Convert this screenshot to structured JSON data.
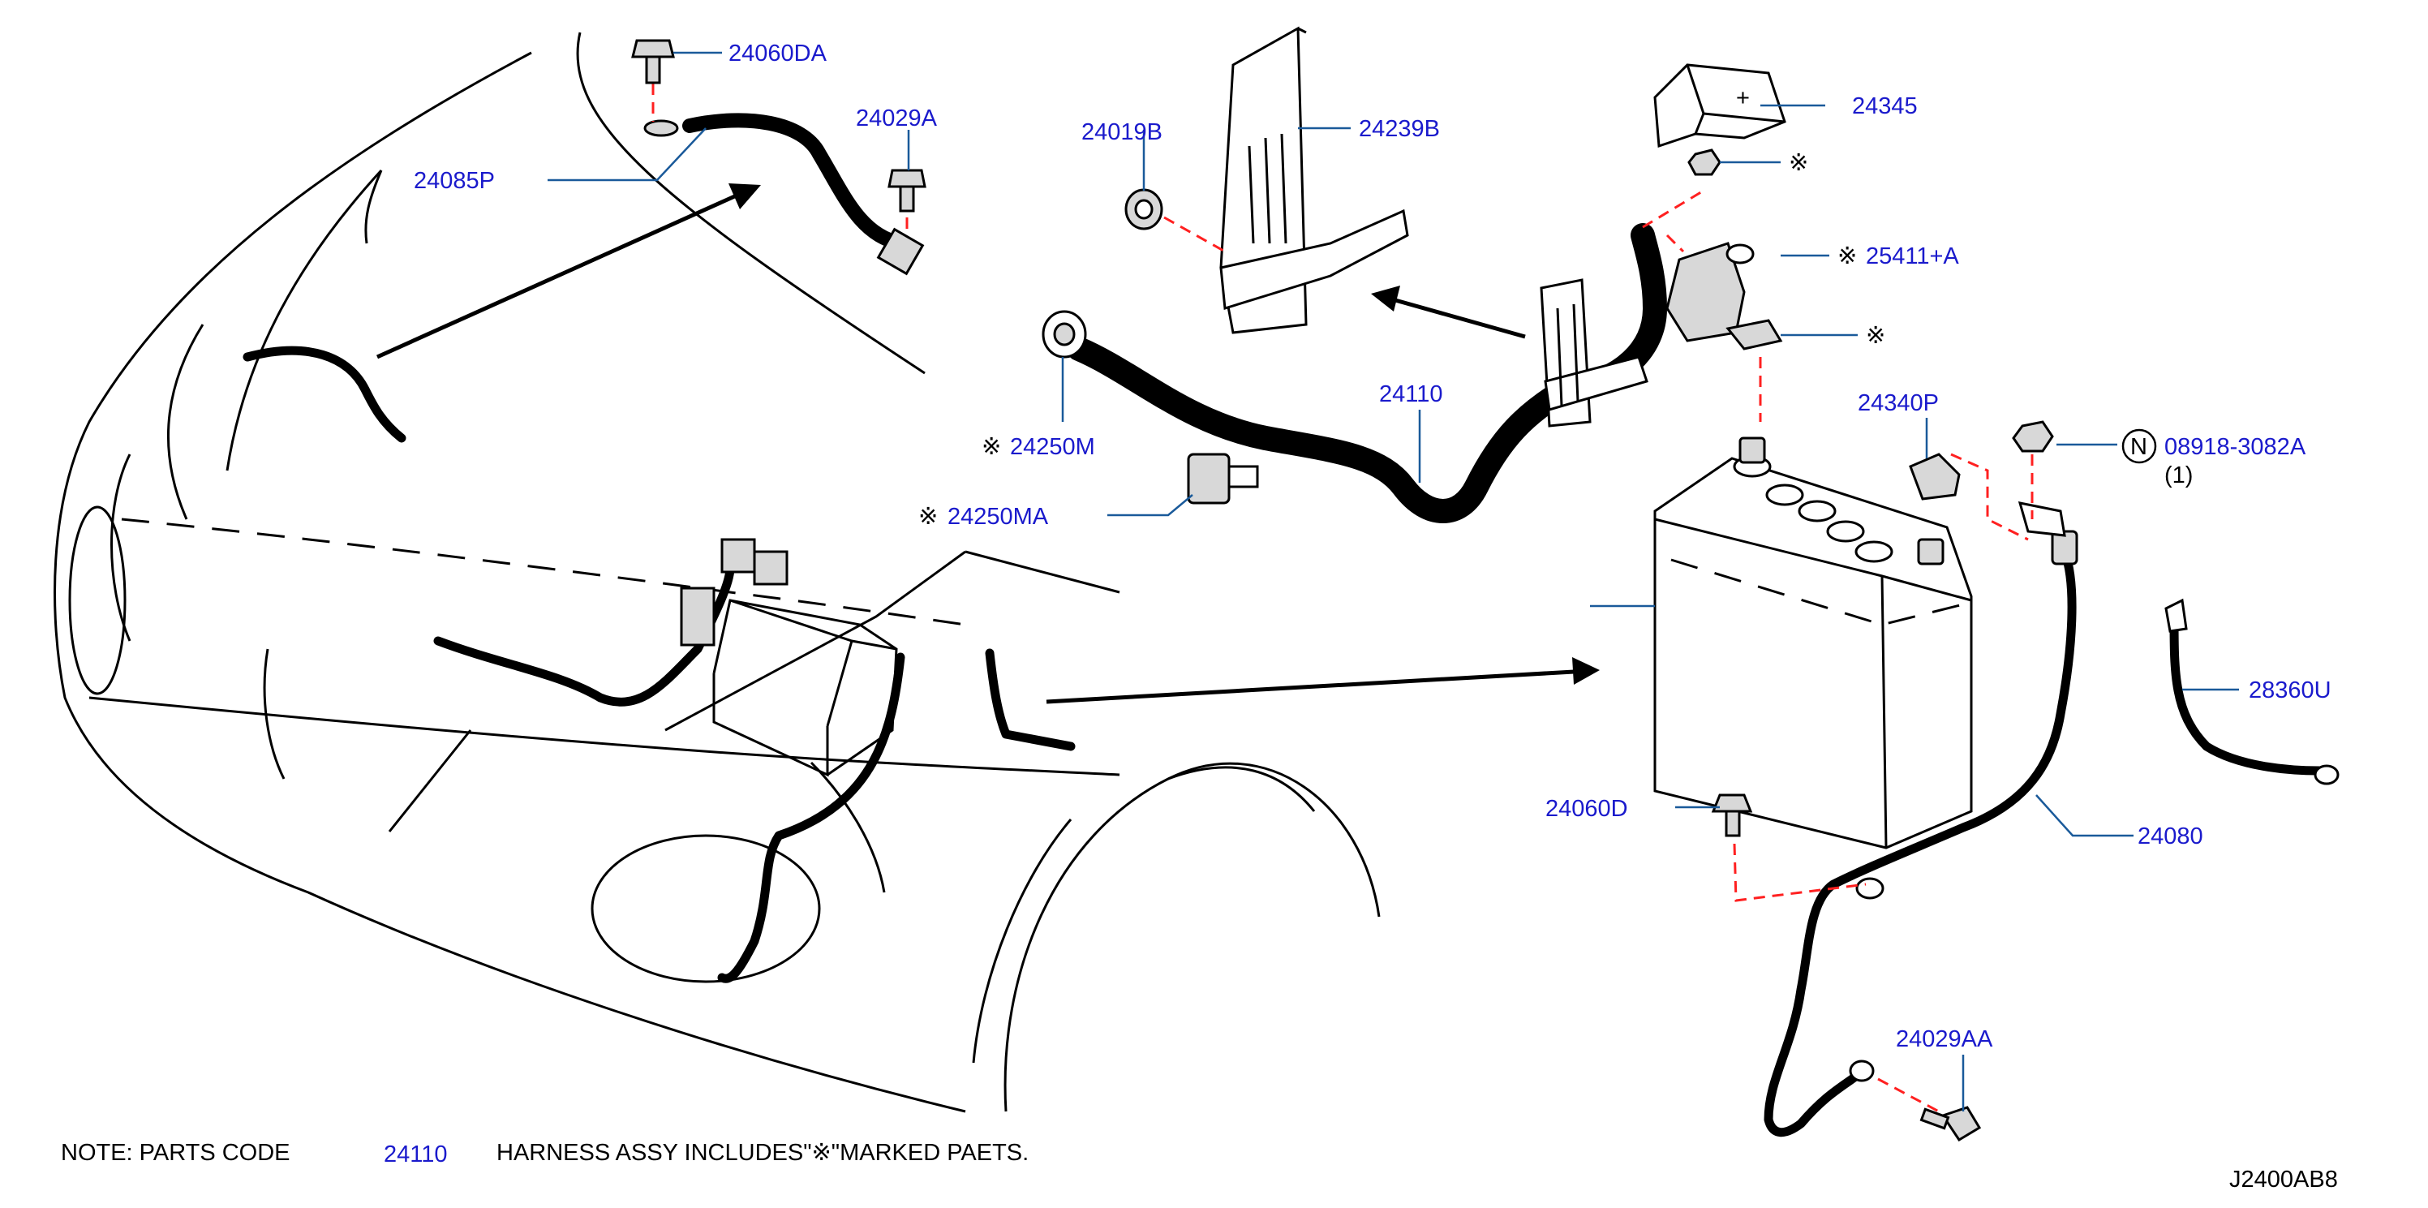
{
  "diagram": {
    "id": "J2400AB8",
    "colors": {
      "part_number": "#1a1acc",
      "leader": "#1a5a9a",
      "fastener_dash": "#ff2020",
      "line": "#000000"
    },
    "marker_symbol": "※",
    "note": {
      "prefix": "NOTE:   PARTS   CODE",
      "code": "24110",
      "suffix": "HARNESS   ASSY   INCLUDES\"※\"MARKED   PAETS."
    },
    "labels": [
      {
        "key": "p24060DA",
        "text": "24060DA",
        "marked": false
      },
      {
        "key": "p24029A",
        "text": "24029A",
        "marked": false
      },
      {
        "key": "p24085P",
        "text": "24085P",
        "marked": false
      },
      {
        "key": "p24019B",
        "text": "24019B",
        "marked": false
      },
      {
        "key": "p24239B",
        "text": "24239B",
        "marked": false
      },
      {
        "key": "p24345",
        "text": "24345",
        "marked": false
      },
      {
        "key": "p25411A",
        "text": "25411+A",
        "marked": true
      },
      {
        "key": "p24110",
        "text": "24110",
        "marked": false
      },
      {
        "key": "p24250M",
        "text": "24250M",
        "marked": true
      },
      {
        "key": "p24250MA",
        "text": "24250MA",
        "marked": true
      },
      {
        "key": "p24340P",
        "text": "24340P",
        "marked": false
      },
      {
        "key": "p08918",
        "text": "08918-3082A",
        "marked": false,
        "badge": "N",
        "qty": "(1)"
      },
      {
        "key": "p28360U",
        "text": "28360U",
        "marked": false
      },
      {
        "key": "p24060D",
        "text": "24060D",
        "marked": false
      },
      {
        "key": "p24080",
        "text": "24080",
        "marked": false
      },
      {
        "key": "p24029AA",
        "text": "24029AA",
        "marked": false
      }
    ],
    "markers_only": [
      {
        "key": "nut_marker",
        "text": "※"
      },
      {
        "key": "terminal_marker",
        "text": "※"
      }
    ]
  }
}
